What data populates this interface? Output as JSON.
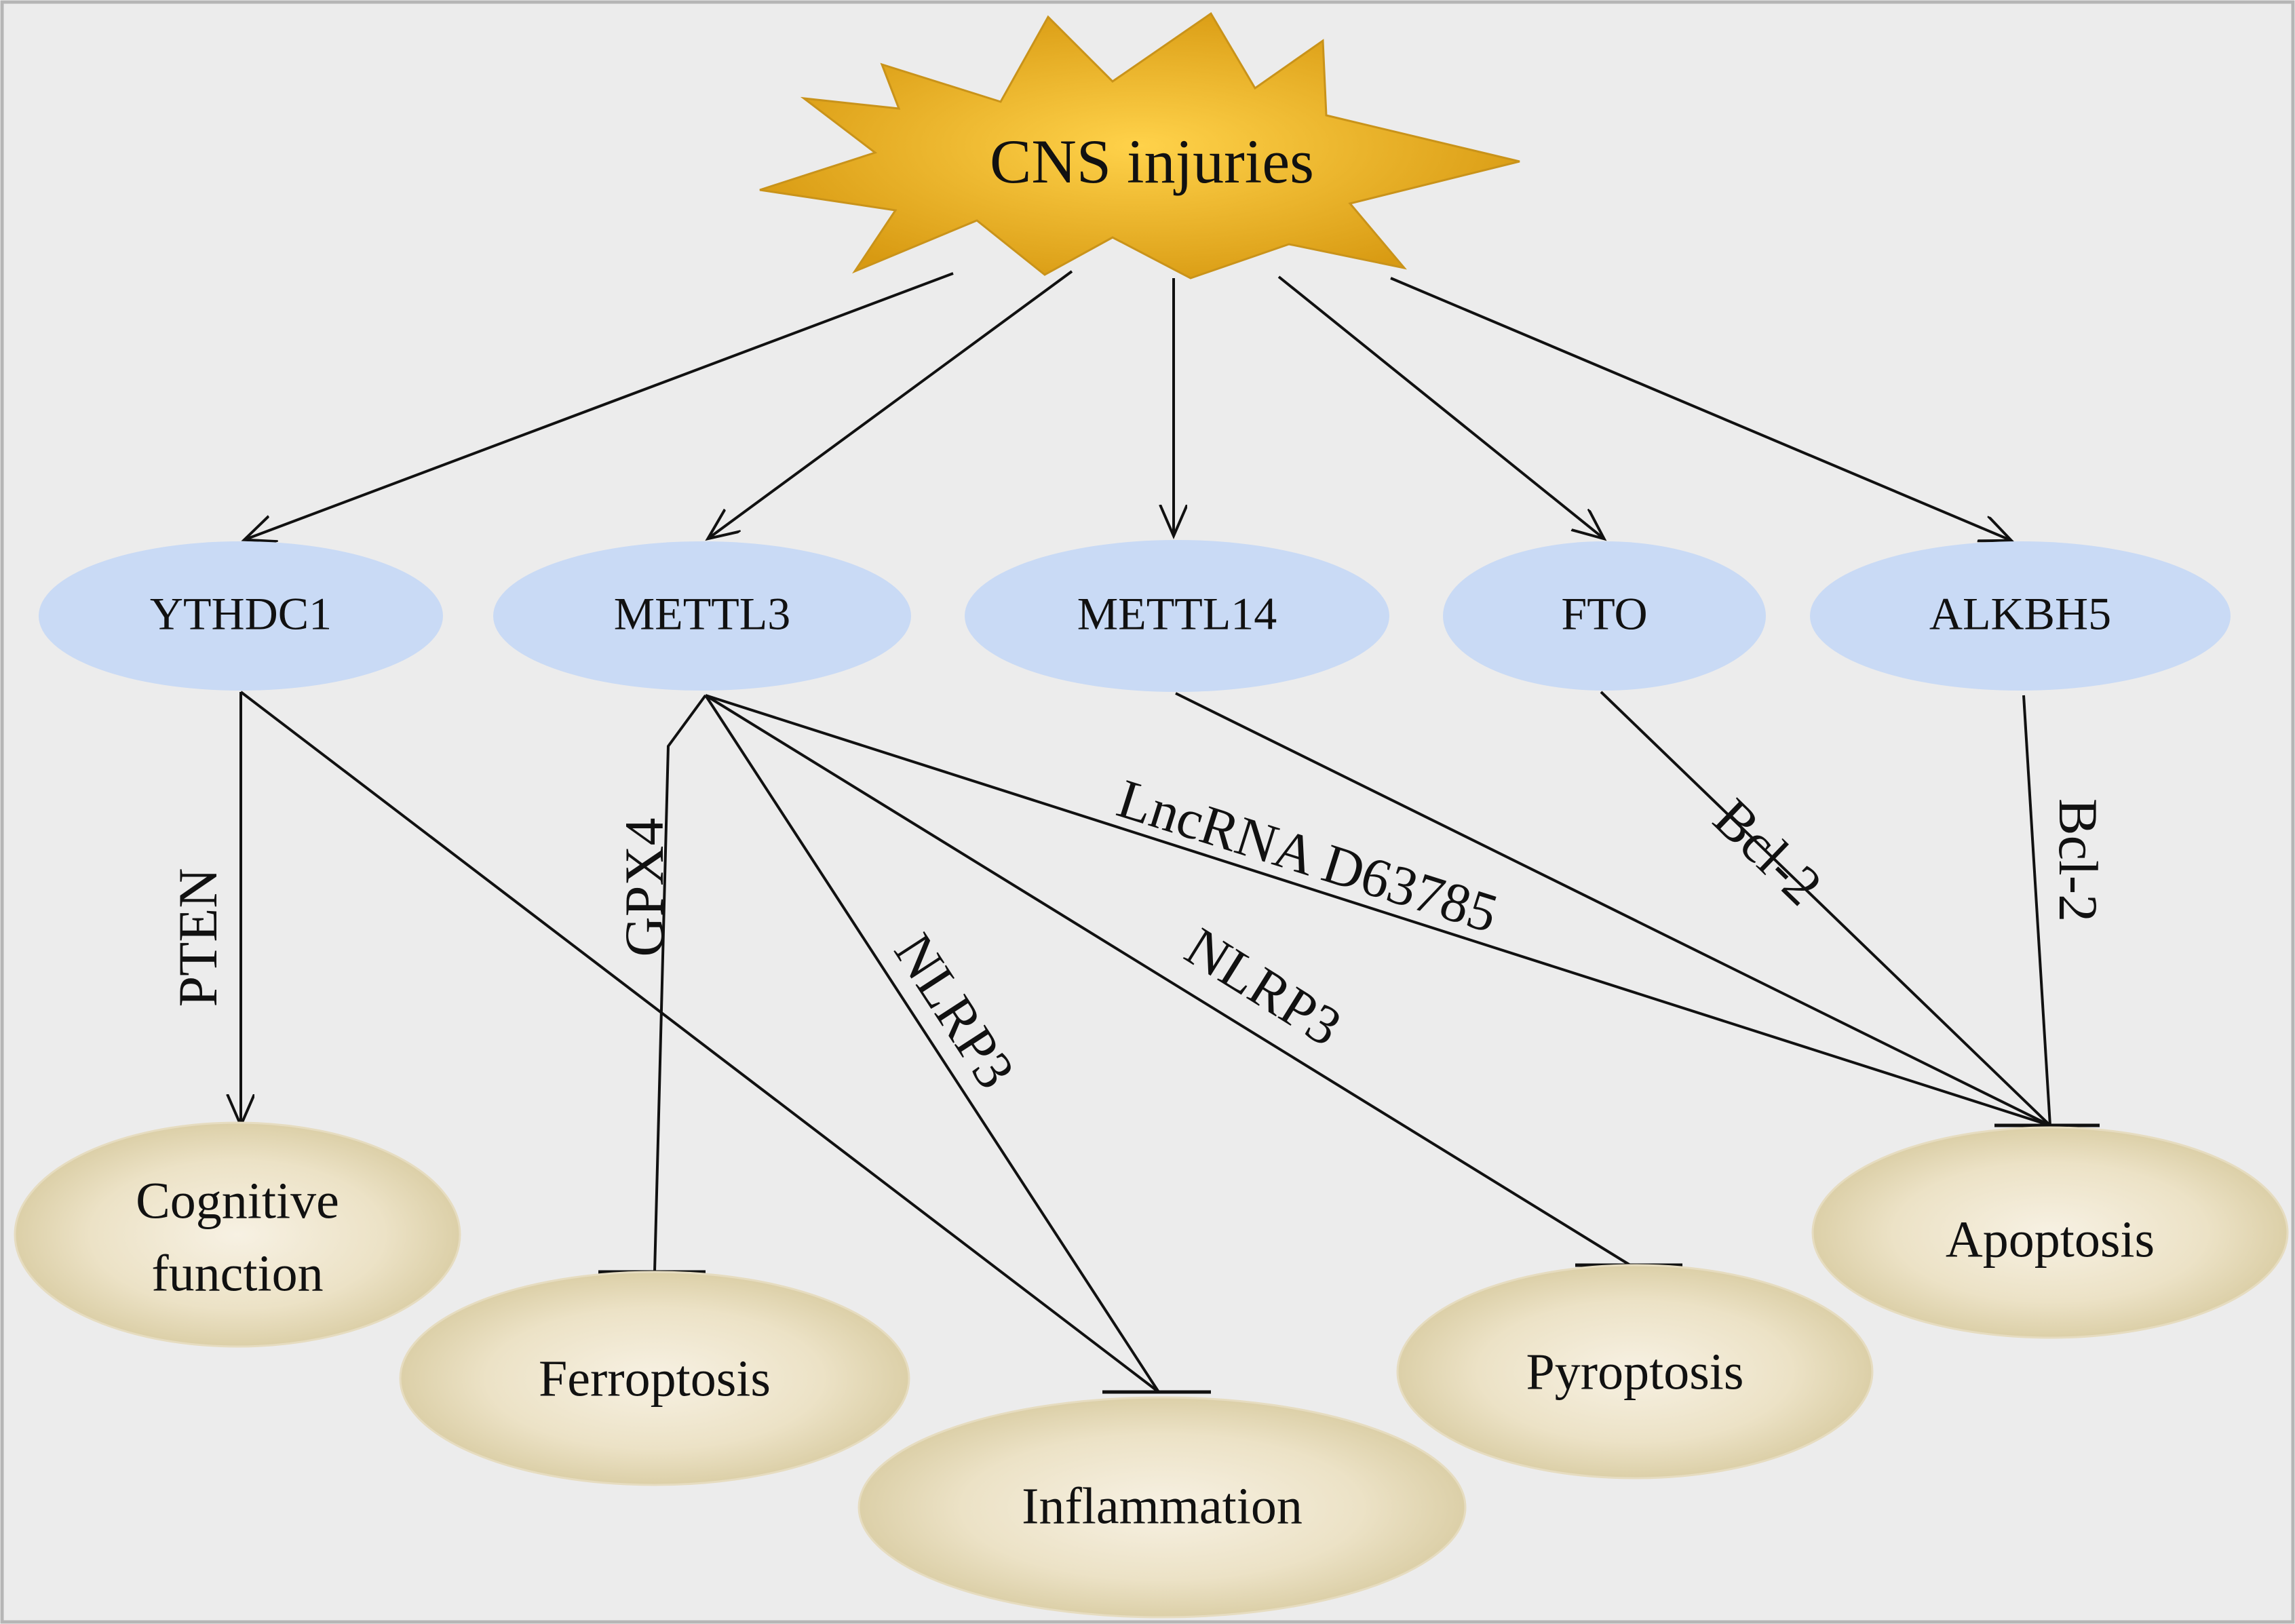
{
  "colors": {
    "background": "#ececec",
    "frame": "#b5b5b5",
    "enzyme_fill": "#c9daf5",
    "outcome_fill_center": "#f7f1e3",
    "outcome_fill_edge": "#d7ca9f",
    "star_fill_center": "#ffd24a",
    "star_fill_edge": "#d89a12",
    "line": "#111111"
  },
  "title": "CNS injuries",
  "enzymes": [
    {
      "id": "ythdc1",
      "label": "YTHDC1"
    },
    {
      "id": "mettl3",
      "label": "METTL3"
    },
    {
      "id": "mettl14",
      "label": "METTL14"
    },
    {
      "id": "fto",
      "label": "FTO"
    },
    {
      "id": "alkbh5",
      "label": "ALKBH5"
    }
  ],
  "outcomes": [
    {
      "id": "cognitive",
      "label_lines": [
        "Cognitive",
        "function"
      ]
    },
    {
      "id": "ferroptosis",
      "label_lines": [
        "Ferroptosis"
      ]
    },
    {
      "id": "inflammation",
      "label_lines": [
        "Inflammation"
      ]
    },
    {
      "id": "pyroptosis",
      "label_lines": [
        "Pyroptosis"
      ]
    },
    {
      "id": "apoptosis",
      "label_lines": [
        "Apoptosis"
      ]
    }
  ],
  "edge_labels": {
    "pten": "PTEN",
    "gpx4": "GPX4",
    "nlrp3_inflammation": "NLRP3",
    "nlrp3_pyroptosis": "NLRP3",
    "lncrna": "LncRNA D63785",
    "bcl2_fto": "Bcl-2",
    "bcl2_alkbh5": "Bcl-2"
  },
  "relations": [
    {
      "from": "CNS injuries",
      "to": "YTHDC1",
      "type": "activates"
    },
    {
      "from": "CNS injuries",
      "to": "METTL3",
      "type": "activates"
    },
    {
      "from": "CNS injuries",
      "to": "METTL14",
      "type": "activates"
    },
    {
      "from": "CNS injuries",
      "to": "FTO",
      "type": "activates"
    },
    {
      "from": "CNS injuries",
      "to": "ALKBH5",
      "type": "activates"
    },
    {
      "from": "YTHDC1",
      "to": "Cognitive function",
      "via": "PTEN",
      "type": "activates"
    },
    {
      "from": "YTHDC1",
      "to": "Inflammation",
      "type": "inhibits"
    },
    {
      "from": "METTL3",
      "to": "Ferroptosis",
      "via": "GPX4",
      "type": "inhibits"
    },
    {
      "from": "METTL3",
      "to": "Inflammation",
      "via": "NLRP3",
      "type": "inhibits"
    },
    {
      "from": "METTL3",
      "to": "Pyroptosis",
      "via": "NLRP3",
      "type": "inhibits"
    },
    {
      "from": "METTL3",
      "to": "Apoptosis",
      "via": "LncRNA D63785",
      "type": "inhibits"
    },
    {
      "from": "METTL14",
      "to": "Apoptosis",
      "type": "inhibits"
    },
    {
      "from": "FTO",
      "to": "Apoptosis",
      "via": "Bcl-2",
      "type": "inhibits"
    },
    {
      "from": "ALKBH5",
      "to": "Apoptosis",
      "via": "Bcl-2",
      "type": "inhibits"
    }
  ]
}
